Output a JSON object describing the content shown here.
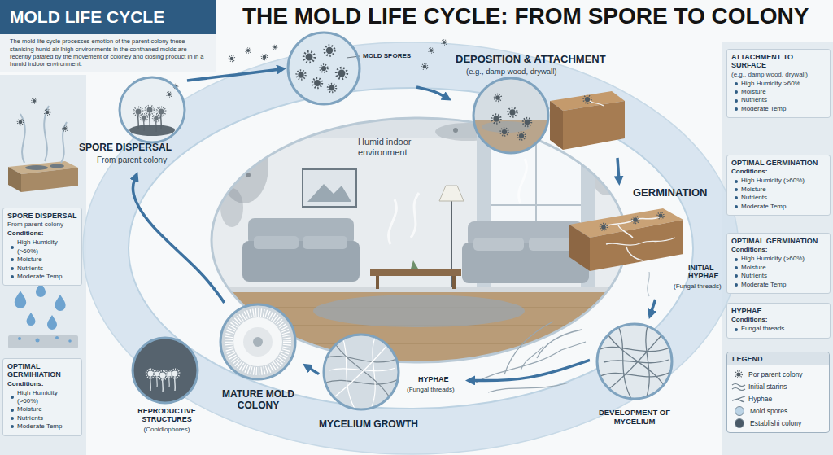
{
  "diagram": {
    "title": "THE MOLD LIFE CYCLE: FROM SPORE TO COLONY",
    "nodes": [
      {
        "text": [
          "MOLD LIFE CYCLE",
          "The mold life cycle processes emotion of the parent colony tnese stanising hunid air lhigh cnvironments in the conthaned molds are recently patated by the movement of coloney and closing product in in a humid indoor environment."
        ]
      },
      {
        "text": [
          "SPORE DISPERSAL",
          "From parent colony"
        ]
      },
      {
        "text": [
          "MOLD SPORES"
        ]
      },
      {
        "text": [
          "DEPOSITION & ATTACHMENT",
          "(e.g., damp wood, drywall)"
        ]
      },
      {
        "text": [
          "ATTACHMENT TO SURFACE",
          "(e.g., damp wood, drywall)",
          "High Humidity >60%",
          "Moisture",
          "Nutrients",
          "Moderate Temp"
        ]
      },
      {
        "text": [
          "SPORE DISPERSAL",
          "From parent colony",
          "Conditions:",
          "High Humidity (>60%)",
          "Moisture",
          "Nutrients",
          "Moderate Temp"
        ]
      },
      {
        "text": [
          "GERMINATION",
          "INITIAL HYPHAE",
          "(Fungal threads)"
        ]
      },
      {
        "text": [
          "OPTIMAL GERMINATION",
          "Conditions:",
          "High Humidity (>60%)",
          "Moisture",
          "Nutrients",
          "Moderate Temp"
        ]
      },
      {
        "text": [
          "OPTIMAL GERMINATION",
          "Conditions:",
          "High Humidity (>60%)",
          "Moisture",
          "Nutrients",
          "Moderate Temp"
        ]
      },
      {
        "text": [
          "HYPHAE",
          "Conditions:",
          "Fungal threads"
        ]
      },
      {
        "text": [
          "OPTIMAL GERMIHIATION",
          "Conditions:",
          "High Humidity (>60%)",
          "Moisture",
          "Nutrients",
          "Moderate Temp"
        ]
      },
      {
        "text": [
          "REPRODUCTIVE STRUCTURES",
          "(Conidiophores)"
        ]
      },
      {
        "text": [
          "MATURE MOLD COLONY"
        ]
      },
      {
        "text": [
          "MYCELIUM GROWTH",
          "HYPHAE",
          "(Fungal threads)"
        ]
      },
      {
        "text": [
          "DEVELOPMENT OF MYCELIUM"
        ]
      }
    ],
    "edges": [
      {
        "from": 1,
        "to": 2,
        "arrow": "to"
      },
      {
        "from": 2,
        "to": 3,
        "arrow": "to"
      },
      {
        "from": 3,
        "to": 6,
        "arrow": "to"
      },
      {
        "from": 6,
        "to": 14,
        "arrow": "to"
      },
      {
        "from": 14,
        "to": 13,
        "arrow": "to"
      },
      {
        "from": 13,
        "to": 12,
        "arrow": "to"
      },
      {
        "from": 12,
        "to": 1,
        "arrow": "to"
      }
    ],
    "labels": [
      "Humid indoor environment",
      "LEGEND"
    ],
    "legend": [
      {
        "text": "Por parent colony"
      },
      {
        "text": "Initial starins"
      },
      {
        "text": "Hyphae"
      },
      {
        "text": "Mold spores",
        "color": "#bcd4e6"
      },
      {
        "text": "Establishi colony",
        "color": "#4a5a68"
      }
    ]
  }
}
